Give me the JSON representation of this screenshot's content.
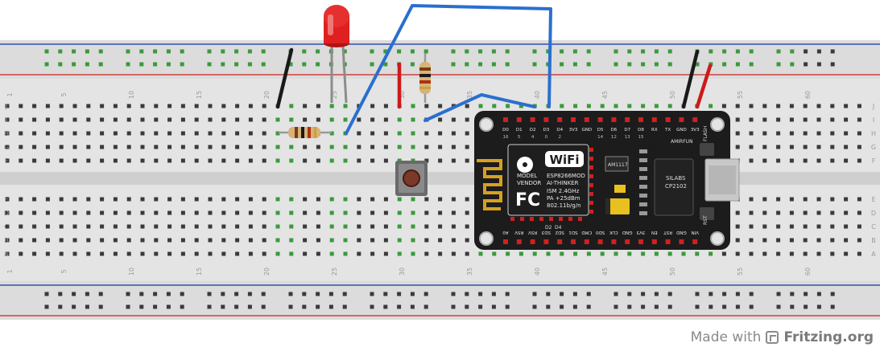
{
  "breadboard": {
    "column_numbers": [
      "1",
      "5",
      "10",
      "15",
      "20",
      "25",
      "30",
      "35",
      "40",
      "45",
      "50",
      "55",
      "60"
    ],
    "row_letters_top": [
      "J",
      "I",
      "H",
      "G",
      "F"
    ],
    "row_letters_bottom": [
      "E",
      "D",
      "C",
      "B",
      "A"
    ]
  },
  "nodemcu": {
    "top_pins": [
      "D0",
      "D1",
      "D2",
      "D3",
      "D4",
      "3V3",
      "GND",
      "D5",
      "D6",
      "D7",
      "D8",
      "RX",
      "TX",
      "GND",
      "3V3"
    ],
    "gpio_labels": [
      "16",
      "5",
      "4",
      "0",
      "2",
      "14",
      "12",
      "13",
      "15"
    ],
    "bottom_pins": [
      "A0",
      "RSV",
      "RSV",
      "SD3",
      "SD2",
      "SD1",
      "CMD",
      "SD0",
      "CLK",
      "GND",
      "3V3",
      "EN",
      "RST",
      "GND",
      "VIN"
    ],
    "brand": "AMIRFUN",
    "module_text": [
      "MODEL",
      "VENDOR"
    ],
    "module_values": [
      "ESP8266MOD",
      "AI-THINKER"
    ],
    "module_specs": [
      "ISM 2.4GHz",
      "PA +25dBm",
      "802.11b/g/n"
    ],
    "wifi_label": "WiFi",
    "fcc_label": "FC",
    "regulator_label": "AM1117",
    "usb_chip": [
      "SILABS",
      "CP2102"
    ],
    "flash_label": "FLASH",
    "rst_label": "RST",
    "d2_label": "D2",
    "d4_label": "D4"
  },
  "watermark": {
    "made_with": "Made with",
    "brand": "Fritzing.org"
  },
  "colors": {
    "wire_blue": "#2a6fd0",
    "wire_black": "#1a1a1a",
    "wire_red": "#cc1a1a",
    "led_red": "#e02020",
    "rail_red_line": "#d04040",
    "rail_blue_line": "#3050b0",
    "board_pcb": "#1c1c1c",
    "hole_green": "#3a9a3a"
  }
}
